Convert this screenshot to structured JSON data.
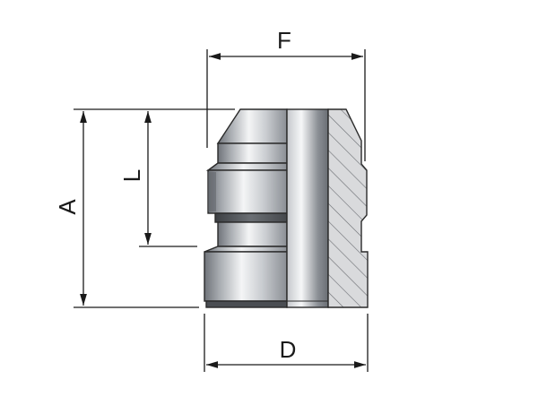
{
  "dimensions": {
    "F": "F",
    "A": "A",
    "L": "L",
    "D": "D"
  },
  "colors": {
    "line": "#1a1a1a",
    "metal_dark": "#7d8187",
    "metal_light": "#f2f3f4",
    "hatch_fill": "#d9dadc"
  }
}
